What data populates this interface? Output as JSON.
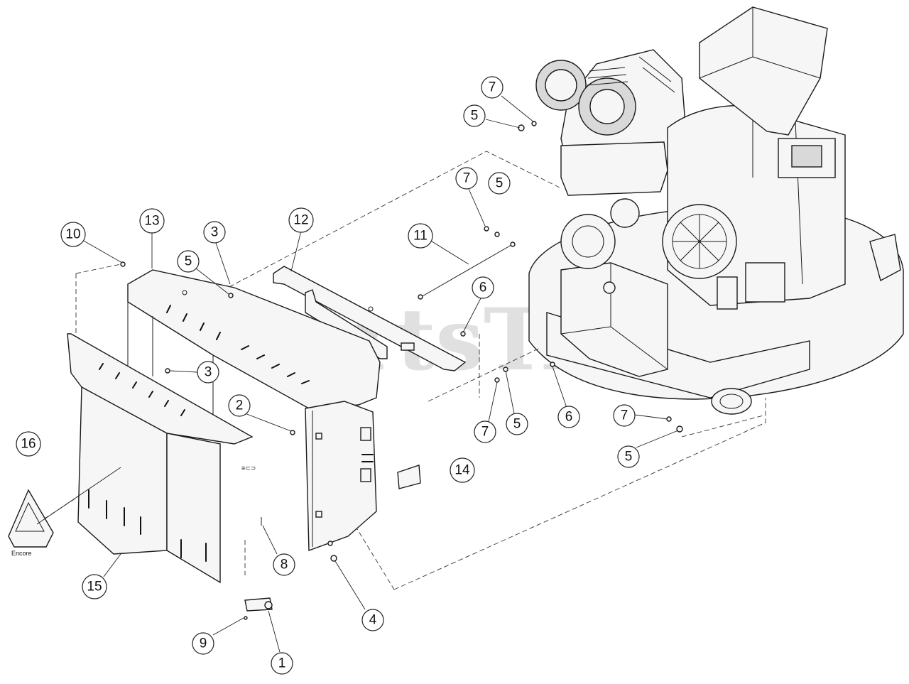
{
  "watermark": {
    "text": "PartsTree",
    "tm": "TM"
  },
  "callouts": [
    {
      "id": "c10",
      "label": "10"
    },
    {
      "id": "c13",
      "label": "13"
    },
    {
      "id": "c3a",
      "label": "3"
    },
    {
      "id": "c5a",
      "label": "5"
    },
    {
      "id": "c12",
      "label": "12"
    },
    {
      "id": "c11",
      "label": "11"
    },
    {
      "id": "c7a",
      "label": "7"
    },
    {
      "id": "c5b",
      "label": "5"
    },
    {
      "id": "c7b",
      "label": "7"
    },
    {
      "id": "c5c",
      "label": "5"
    },
    {
      "id": "c6a",
      "label": "6"
    },
    {
      "id": "c3b",
      "label": "3"
    },
    {
      "id": "c2",
      "label": "2"
    },
    {
      "id": "c7c",
      "label": "7"
    },
    {
      "id": "c5d",
      "label": "5"
    },
    {
      "id": "c6b",
      "label": "6"
    },
    {
      "id": "c7d",
      "label": "7"
    },
    {
      "id": "c5e",
      "label": "5"
    },
    {
      "id": "c16",
      "label": "16"
    },
    {
      "id": "c14",
      "label": "14"
    },
    {
      "id": "c8",
      "label": "8"
    },
    {
      "id": "c15",
      "label": "15"
    },
    {
      "id": "c4",
      "label": "4"
    },
    {
      "id": "c9",
      "label": "9"
    },
    {
      "id": "c1",
      "label": "1"
    }
  ],
  "decal_text": "Encore"
}
